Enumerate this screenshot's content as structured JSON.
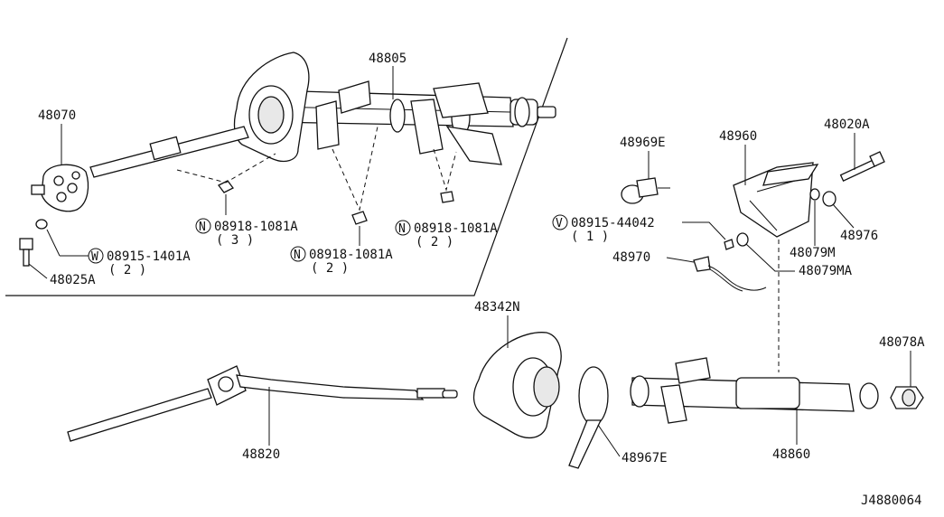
{
  "diagram_id": "J4880064",
  "parts": {
    "p48805": "48805",
    "p48070": "48070",
    "p48025A": "48025A",
    "p48820": "48820",
    "p48342N": "48342N",
    "p48967E": "48967E",
    "p48860": "48860",
    "p48078A": "48078A",
    "p48969E": "48969E",
    "p48960": "48960",
    "p48020A": "48020A",
    "p48976": "48976",
    "p48079M": "48079M",
    "p48079MA": "48079MA",
    "p48970": "48970"
  },
  "fasteners": {
    "n3": {
      "symbol": "N",
      "code": "08918-1081A",
      "qty": "( 3 )"
    },
    "n2_center": {
      "symbol": "N",
      "code": "08918-1081A",
      "qty": "( 2 )"
    },
    "n2_right": {
      "symbol": "N",
      "code": "08918-1081A",
      "qty": "( 2 )"
    },
    "w_1401": {
      "symbol": "W",
      "code": "08915-1401A",
      "qty": "( 2 )"
    },
    "w_4404": {
      "symbol": "V",
      "code": "08915-44042",
      "qty": "( 1 )"
    }
  }
}
